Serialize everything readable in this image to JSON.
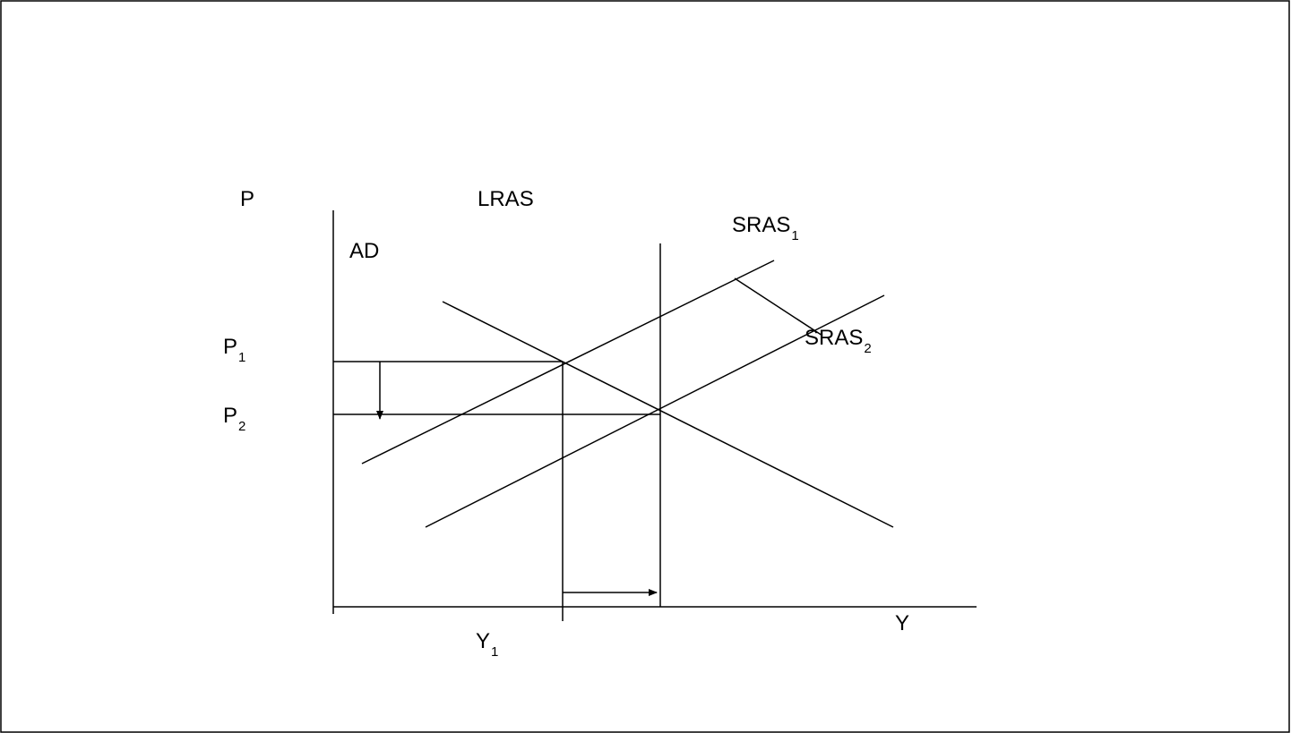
{
  "axes": {
    "y_label": "P",
    "x_label": "Y"
  },
  "curves": {
    "lras": "LRAS",
    "ad": "AD",
    "sras1": {
      "main": "SRAS",
      "sub": "1"
    },
    "sras2": {
      "main": "SRAS",
      "sub": "2"
    }
  },
  "levels": {
    "p1": {
      "main": "P",
      "sub": "1"
    },
    "p2": {
      "main": "P",
      "sub": "2"
    },
    "y1": {
      "main": "Y",
      "sub": "1"
    }
  },
  "colors": {
    "line": "#000000",
    "border": "#000000",
    "background": "#ffffff"
  }
}
